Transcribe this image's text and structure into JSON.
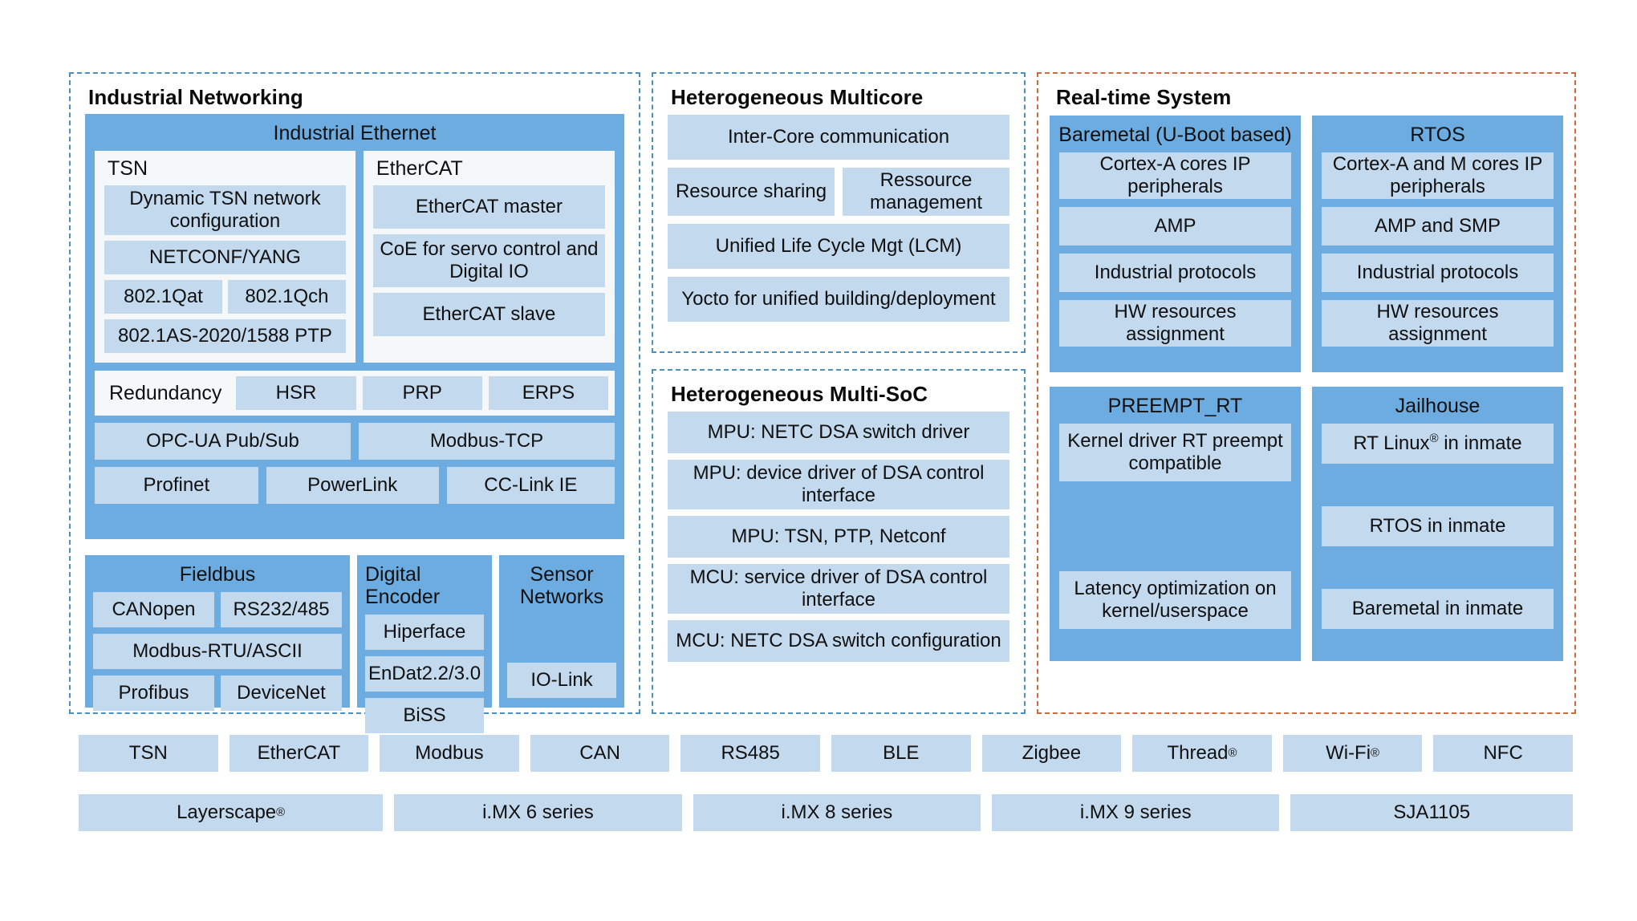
{
  "colors": {
    "panel_border_blue": "#4a90c2",
    "panel_border_orange": "#d2693c",
    "group_blue": "#6cace0",
    "chip_blue": "#c3d9ee",
    "container_white": "#f5f7f9"
  },
  "networking": {
    "title": "Industrial Networking",
    "industrial_ethernet": {
      "title": "Industrial Ethernet",
      "tsn": {
        "title": "TSN",
        "items": [
          "Dynamic TSN network configuration",
          "NETCONF/YANG",
          "802.1Qat",
          "802.1Qch",
          "802.1AS-2020/1588 PTP"
        ]
      },
      "ethercat": {
        "title": "EtherCAT",
        "items": [
          "EtherCAT master",
          "CoE for servo control and Digital IO",
          "EtherCAT slave"
        ]
      },
      "redundancy": {
        "label": "Redundancy",
        "items": [
          "HSR",
          "PRP",
          "ERPS"
        ]
      },
      "protocols_row1": [
        "OPC-UA Pub/Sub",
        "Modbus-TCP"
      ],
      "protocols_row2": [
        "Profinet",
        "PowerLink",
        "CC-Link IE"
      ]
    },
    "fieldbus": {
      "title": "Fieldbus",
      "items": [
        "CANopen",
        "RS232/485",
        "Modbus-RTU/ASCII",
        "Profibus",
        "DeviceNet"
      ]
    },
    "digital_encoder": {
      "title": "Digital Encoder",
      "items": [
        "Hiperface",
        "EnDat2.2/3.0",
        "BiSS"
      ]
    },
    "sensor_networks": {
      "title": "Sensor Networks",
      "items": [
        "IO-Link"
      ]
    }
  },
  "multicore": {
    "title": "Heterogeneous Multicore",
    "items_full": [
      "Inter-Core communication"
    ],
    "items_half": [
      "Resource sharing",
      "Ressource management"
    ],
    "items_rest": [
      "Unified Life Cycle Mgt (LCM)",
      "Yocto for unified building/deployment"
    ]
  },
  "multisoc": {
    "title": "Heterogeneous Multi-SoC",
    "items": [
      "MPU: NETC DSA switch driver",
      "MPU: device driver of DSA control interface",
      "MPU: TSN, PTP, Netconf",
      "MCU: service driver of DSA control interface",
      "MCU: NETC DSA switch configuration"
    ]
  },
  "realtime": {
    "title": "Real-time System",
    "columns": [
      {
        "title": "Baremetal (U-Boot based)",
        "items": [
          "Cortex-A cores IP peripherals",
          "AMP",
          "Industrial protocols",
          "HW resources assignment"
        ]
      },
      {
        "title": "RTOS",
        "items": [
          "Cortex-A and M cores IP peripherals",
          "AMP and SMP",
          "Industrial protocols",
          "HW resources assignment"
        ]
      },
      {
        "title": "PREEMPT_RT",
        "items": [
          "Kernel driver RT preempt compatible",
          "Latency optimization on kernel/userspace"
        ]
      },
      {
        "title": "Jailhouse",
        "items": [
          "RT Linux® in inmate",
          "RTOS in inmate",
          "Baremetal in inmate"
        ]
      }
    ]
  },
  "protocol_row": [
    "TSN",
    "EtherCAT",
    "Modbus",
    "CAN",
    "RS485",
    "BLE",
    "Zigbee",
    "Thread®",
    "Wi-Fi®",
    "NFC"
  ],
  "platform_row": [
    "Layerscape®",
    "i.MX 6 series",
    "i.MX 8 series",
    "i.MX 9 series",
    "SJA1105"
  ]
}
